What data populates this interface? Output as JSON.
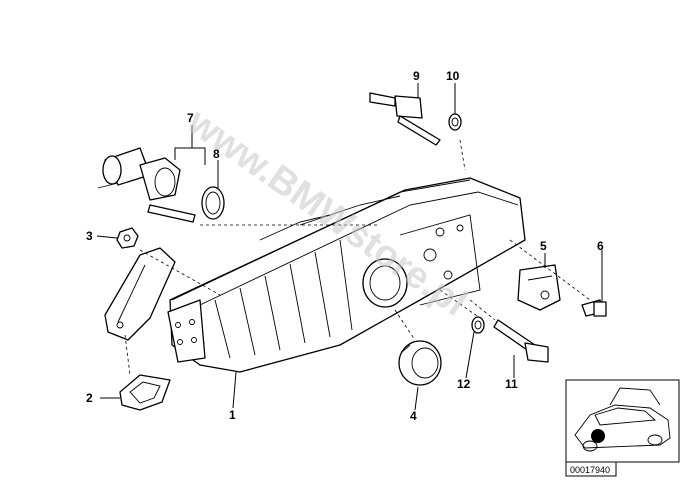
{
  "callouts": [
    {
      "id": "1",
      "label": "1"
    },
    {
      "id": "2",
      "label": "2"
    },
    {
      "id": "3",
      "label": "3"
    },
    {
      "id": "4",
      "label": "4"
    },
    {
      "id": "5",
      "label": "5"
    },
    {
      "id": "6",
      "label": "6"
    },
    {
      "id": "7",
      "label": "7"
    },
    {
      "id": "8",
      "label": "8"
    },
    {
      "id": "9",
      "label": "9"
    },
    {
      "id": "10",
      "label": "10"
    },
    {
      "id": "11",
      "label": "11"
    },
    {
      "id": "12",
      "label": "12"
    }
  ],
  "watermark": "www.BMWstore.pl",
  "diagram_code": "00017940"
}
